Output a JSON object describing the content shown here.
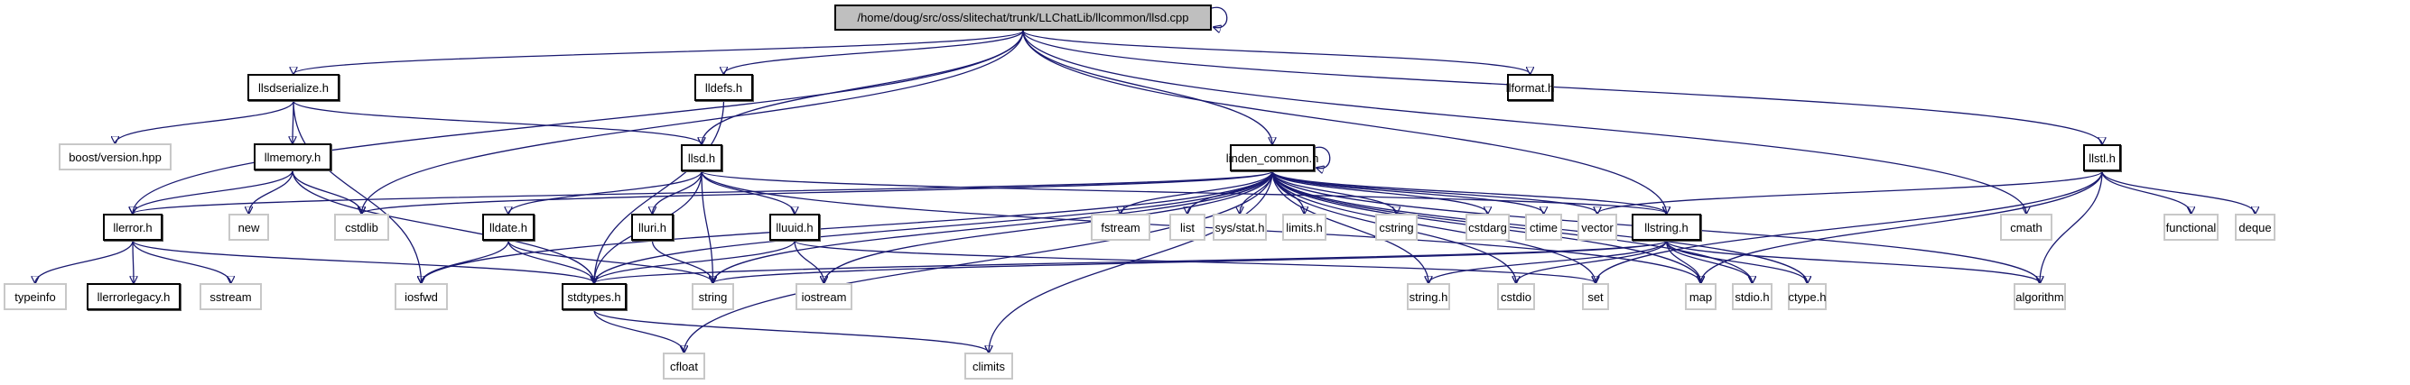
{
  "graph": {
    "title": "Include dependency graph for llsd.cpp",
    "edge_color": "#191970",
    "root": "/home/doug/src/oss/slitechat/trunk/LLChatLib/llcommon/llsd.cpp",
    "nodes": [
      {
        "id": "root",
        "label": "/home/doug/src/oss/slitechat/trunk/LLChatLib/llcommon/llsd.cpp",
        "kind": "root"
      },
      {
        "id": "llsdserialize",
        "label": "llsdserialize.h",
        "kind": "internal"
      },
      {
        "id": "lldefs",
        "label": "lldefs.h",
        "kind": "internal"
      },
      {
        "id": "llformat",
        "label": "llformat.h",
        "kind": "internal"
      },
      {
        "id": "boostversion",
        "label": "boost/version.hpp",
        "kind": "external"
      },
      {
        "id": "llmemory",
        "label": "llmemory.h",
        "kind": "internal"
      },
      {
        "id": "llsd",
        "label": "llsd.h",
        "kind": "internal"
      },
      {
        "id": "linden_common",
        "label": "linden_common.h",
        "kind": "internal"
      },
      {
        "id": "llstl",
        "label": "llstl.h",
        "kind": "internal"
      },
      {
        "id": "llerror",
        "label": "llerror.h",
        "kind": "internal"
      },
      {
        "id": "new",
        "label": "new",
        "kind": "external"
      },
      {
        "id": "cstdlib",
        "label": "cstdlib",
        "kind": "external"
      },
      {
        "id": "lldate",
        "label": "lldate.h",
        "kind": "internal"
      },
      {
        "id": "lluri",
        "label": "lluri.h",
        "kind": "internal"
      },
      {
        "id": "lluuid",
        "label": "lluuid.h",
        "kind": "internal"
      },
      {
        "id": "fstream",
        "label": "fstream",
        "kind": "external"
      },
      {
        "id": "list",
        "label": "list",
        "kind": "external"
      },
      {
        "id": "sysstat",
        "label": "sys/stat.h",
        "kind": "external"
      },
      {
        "id": "limits",
        "label": "limits.h",
        "kind": "external"
      },
      {
        "id": "cstring",
        "label": "cstring",
        "kind": "external"
      },
      {
        "id": "cstdarg",
        "label": "cstdarg",
        "kind": "external"
      },
      {
        "id": "ctime",
        "label": "ctime",
        "kind": "external"
      },
      {
        "id": "vector",
        "label": "vector",
        "kind": "external"
      },
      {
        "id": "llstring",
        "label": "llstring.h",
        "kind": "internal"
      },
      {
        "id": "cmath",
        "label": "cmath",
        "kind": "external"
      },
      {
        "id": "functional",
        "label": "functional",
        "kind": "external"
      },
      {
        "id": "deque",
        "label": "deque",
        "kind": "external"
      },
      {
        "id": "typeinfo",
        "label": "typeinfo",
        "kind": "external"
      },
      {
        "id": "llerrorlegacy",
        "label": "llerrorlegacy.h",
        "kind": "internal"
      },
      {
        "id": "sstream",
        "label": "sstream",
        "kind": "external"
      },
      {
        "id": "iosfwd",
        "label": "iosfwd",
        "kind": "external"
      },
      {
        "id": "stdtypes",
        "label": "stdtypes.h",
        "kind": "internal"
      },
      {
        "id": "string",
        "label": "string",
        "kind": "external"
      },
      {
        "id": "iostream",
        "label": "iostream",
        "kind": "external"
      },
      {
        "id": "stringh",
        "label": "string.h",
        "kind": "external"
      },
      {
        "id": "cstdio",
        "label": "cstdio",
        "kind": "external"
      },
      {
        "id": "set",
        "label": "set",
        "kind": "external"
      },
      {
        "id": "map",
        "label": "map",
        "kind": "external"
      },
      {
        "id": "stdioh",
        "label": "stdio.h",
        "kind": "external"
      },
      {
        "id": "ctypeh",
        "label": "ctype.h",
        "kind": "external"
      },
      {
        "id": "algorithm",
        "label": "algorithm",
        "kind": "external"
      },
      {
        "id": "cfloat",
        "label": "cfloat",
        "kind": "external"
      },
      {
        "id": "climits",
        "label": "climits",
        "kind": "external"
      }
    ],
    "edges": [
      [
        "root",
        "root"
      ],
      [
        "root",
        "llsdserialize"
      ],
      [
        "root",
        "lldefs"
      ],
      [
        "root",
        "llformat"
      ],
      [
        "root",
        "llsd"
      ],
      [
        "root",
        "linden_common"
      ],
      [
        "root",
        "llstl"
      ],
      [
        "root",
        "llerror"
      ],
      [
        "root",
        "cstdlib"
      ],
      [
        "root",
        "cmath"
      ],
      [
        "root",
        "llstring"
      ],
      [
        "llsdserialize",
        "boostversion"
      ],
      [
        "llsdserialize",
        "llmemory"
      ],
      [
        "llsdserialize",
        "llsd"
      ],
      [
        "llsdserialize",
        "iosfwd"
      ],
      [
        "lldefs",
        "stdtypes"
      ],
      [
        "llmemory",
        "llerror"
      ],
      [
        "llmemory",
        "new"
      ],
      [
        "llmemory",
        "cstdlib"
      ],
      [
        "llmemory",
        "stdtypes"
      ],
      [
        "llsd",
        "lldate"
      ],
      [
        "llsd",
        "lluri"
      ],
      [
        "llsd",
        "lluuid"
      ],
      [
        "llsd",
        "string"
      ],
      [
        "llsd",
        "stdtypes"
      ],
      [
        "llsd",
        "map"
      ],
      [
        "llsd",
        "llstring"
      ],
      [
        "linden_common",
        "linden_common"
      ],
      [
        "linden_common",
        "llerror"
      ],
      [
        "linden_common",
        "cstdlib"
      ],
      [
        "linden_common",
        "fstream"
      ],
      [
        "linden_common",
        "list"
      ],
      [
        "linden_common",
        "sysstat"
      ],
      [
        "linden_common",
        "limits"
      ],
      [
        "linden_common",
        "cstring"
      ],
      [
        "linden_common",
        "cstdarg"
      ],
      [
        "linden_common",
        "ctime"
      ],
      [
        "linden_common",
        "vector"
      ],
      [
        "linden_common",
        "llstring"
      ],
      [
        "linden_common",
        "stdtypes"
      ],
      [
        "linden_common",
        "string"
      ],
      [
        "linden_common",
        "iostream"
      ],
      [
        "linden_common",
        "iosfwd"
      ],
      [
        "linden_common",
        "stringh"
      ],
      [
        "linden_common",
        "cstdio"
      ],
      [
        "linden_common",
        "set"
      ],
      [
        "linden_common",
        "map"
      ],
      [
        "linden_common",
        "stdioh"
      ],
      [
        "linden_common",
        "ctypeh"
      ],
      [
        "linden_common",
        "algorithm"
      ],
      [
        "linden_common",
        "cfloat"
      ],
      [
        "linden_common",
        "climits"
      ],
      [
        "llstl",
        "vector"
      ],
      [
        "llstl",
        "map"
      ],
      [
        "llstl",
        "set"
      ],
      [
        "llstl",
        "algorithm"
      ],
      [
        "llstl",
        "functional"
      ],
      [
        "llstl",
        "deque"
      ],
      [
        "llerror",
        "typeinfo"
      ],
      [
        "llerror",
        "llerrorlegacy"
      ],
      [
        "llerror",
        "sstream"
      ],
      [
        "llerror",
        "stdtypes"
      ],
      [
        "lldate",
        "stdtypes"
      ],
      [
        "lldate",
        "iosfwd"
      ],
      [
        "lldate",
        "string"
      ],
      [
        "lluri",
        "string"
      ],
      [
        "lluuid",
        "stdtypes"
      ],
      [
        "lluuid",
        "iostream"
      ],
      [
        "lluuid",
        "set"
      ],
      [
        "llstring",
        "map"
      ],
      [
        "llstring",
        "stdioh"
      ],
      [
        "llstring",
        "ctypeh"
      ],
      [
        "llstring",
        "algorithm"
      ],
      [
        "llstring",
        "string"
      ],
      [
        "llstring",
        "stringh"
      ],
      [
        "llstring",
        "cstdio"
      ],
      [
        "llstring",
        "stdtypes"
      ],
      [
        "stdtypes",
        "cfloat"
      ],
      [
        "stdtypes",
        "climits"
      ]
    ]
  }
}
